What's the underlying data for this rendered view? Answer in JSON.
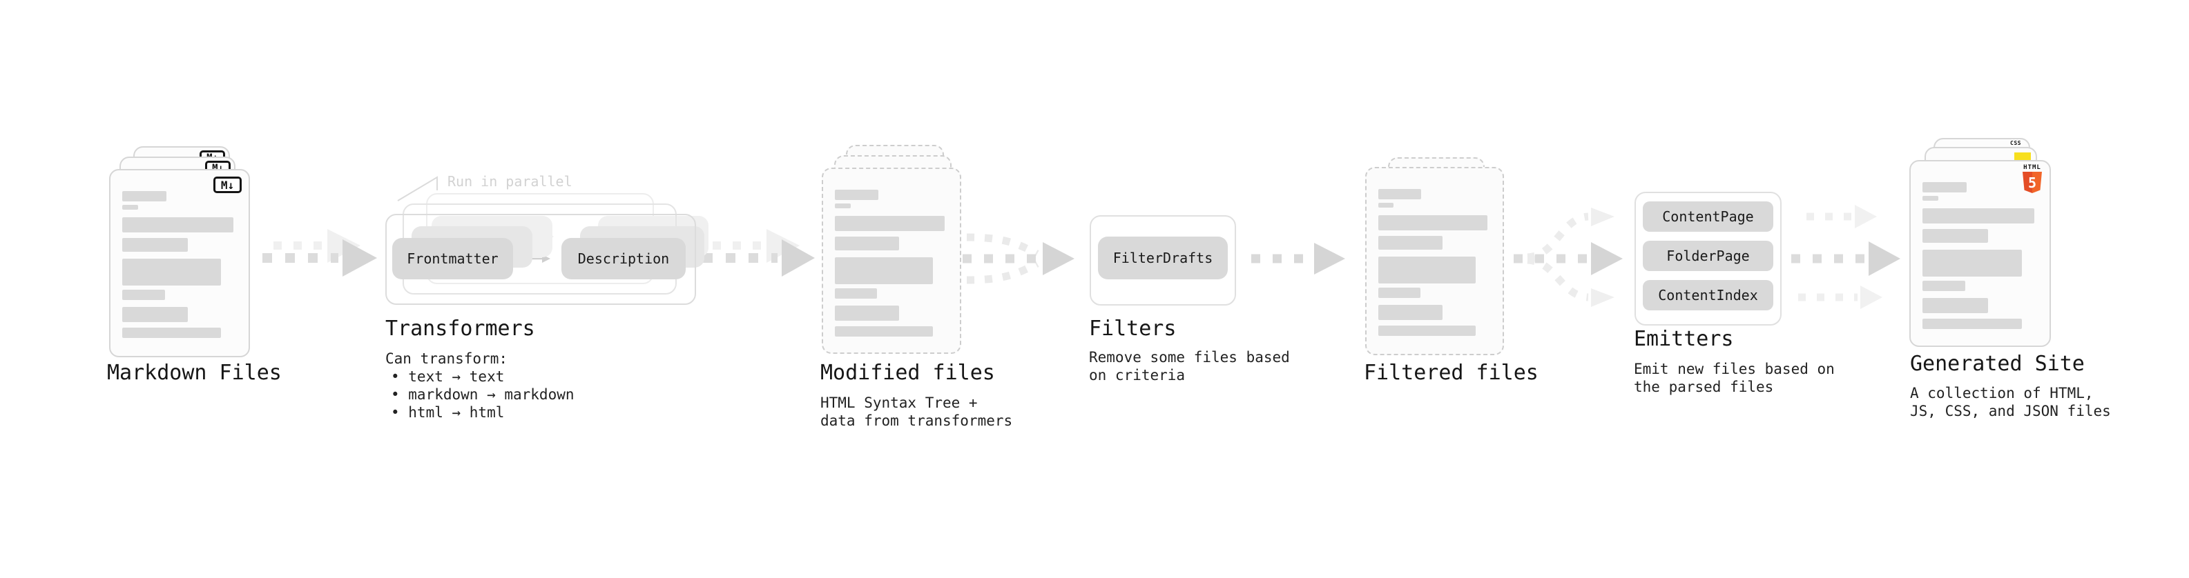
{
  "stages": {
    "markdown": {
      "title": "Markdown Files",
      "badge": "M↓"
    },
    "transformers": {
      "title": "Transformers",
      "callout": "Run in parallel",
      "pill_left": "Frontmatter",
      "pill_right": "Description",
      "desc_heading": "Can transform:",
      "bullets": [
        "• text → text",
        "• markdown → markdown",
        "• html → html"
      ]
    },
    "modified": {
      "title": "Modified files",
      "desc": [
        "HTML Syntax Tree +",
        "data from transformers"
      ]
    },
    "filters": {
      "title": "Filters",
      "pill": "FilterDrafts",
      "desc": [
        "Remove some files based",
        "on criteria"
      ]
    },
    "filtered": {
      "title": "Filtered files"
    },
    "emitters": {
      "title": "Emitters",
      "pills": [
        "ContentPage",
        "FolderPage",
        "ContentIndex"
      ],
      "desc": [
        "Emit new files based on",
        "the parsed files"
      ]
    },
    "generated": {
      "title": "Generated Site",
      "badges": {
        "html_label": "HTML",
        "html_number": "5",
        "css": "CSS"
      },
      "desc": [
        "A collection of HTML,",
        "JS, CSS, and JSON files"
      ]
    }
  },
  "colors": {
    "background": "#ffffff",
    "doc_border": "#d6d6d6",
    "doc_line": "#d9d9d9",
    "pill_bg": "#d9d9d9",
    "arrow": "#dcdcdc",
    "arrow_head": "#d5d5d5",
    "arrow_ghost": "#f0f0f0",
    "muted_callout": "#d2d2d2",
    "html5_orange": "#e44d26",
    "html5_orange_light": "#f16529",
    "js_yellow": "#f7df1e",
    "css_blue": "#2965f1"
  }
}
